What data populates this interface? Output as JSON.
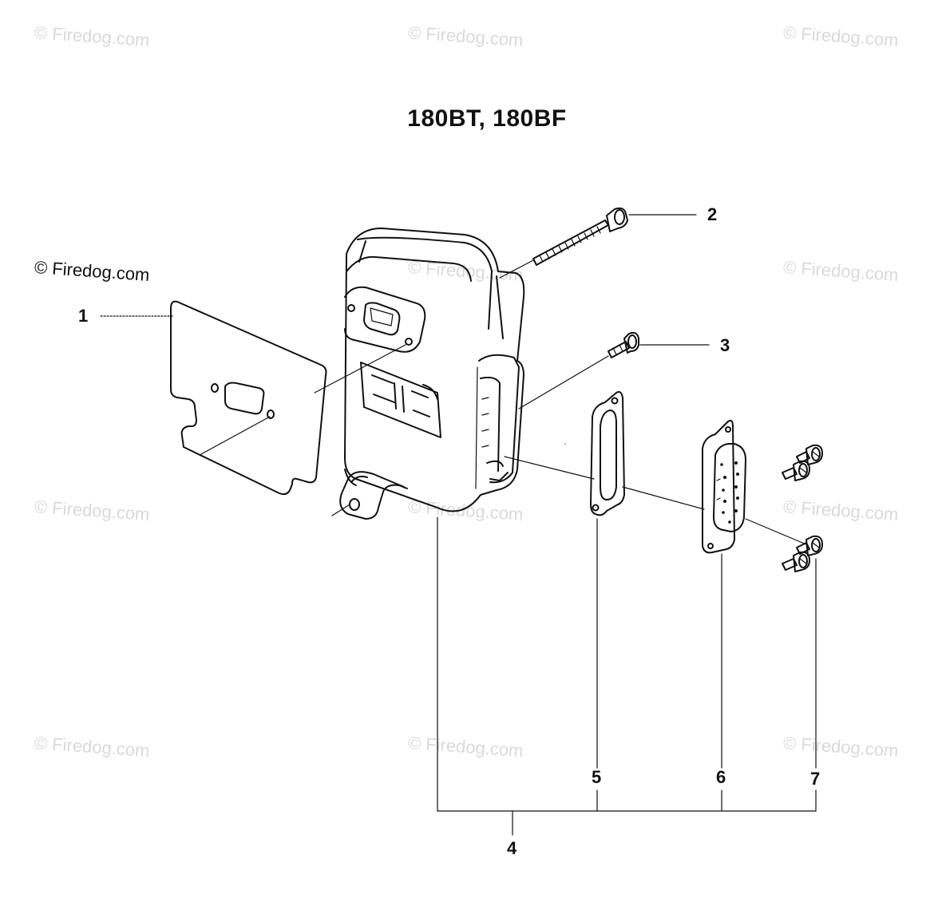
{
  "diagram": {
    "title": "180BT, 180BF",
    "watermark_text": "© Firedog.com",
    "callouts": [
      {
        "id": "1",
        "label": "1"
      },
      {
        "id": "2",
        "label": "2"
      },
      {
        "id": "3",
        "label": "3"
      },
      {
        "id": "4",
        "label": "4"
      },
      {
        "id": "5",
        "label": "5"
      },
      {
        "id": "6",
        "label": "6"
      },
      {
        "id": "7",
        "label": "7"
      }
    ]
  }
}
